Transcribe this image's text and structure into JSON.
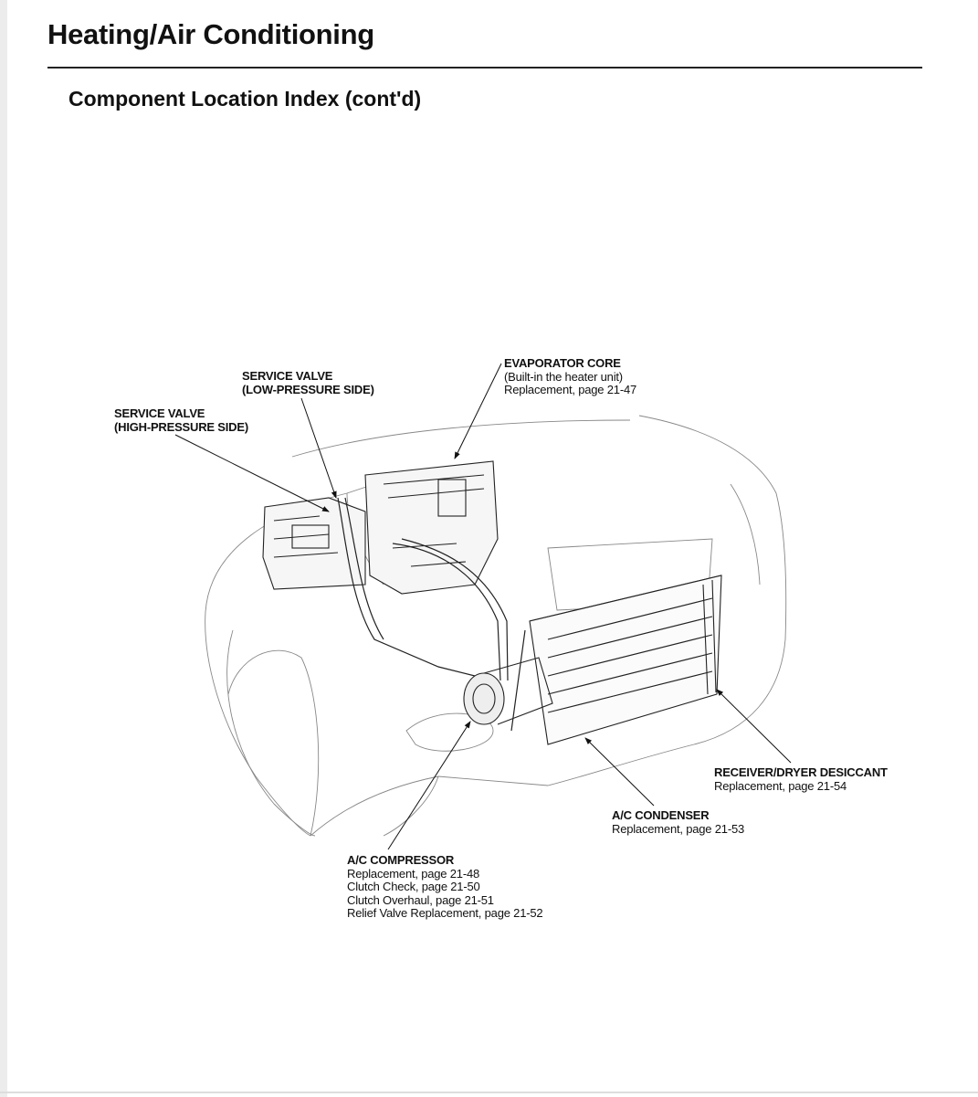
{
  "header": {
    "title": "Heating/Air Conditioning",
    "subtitle": "Component Location Index (cont'd)"
  },
  "labels": {
    "service_valve_low": {
      "name": "SERVICE VALVE",
      "detail": "(LOW-PRESSURE SIDE)"
    },
    "service_valve_high": {
      "name": "SERVICE VALVE",
      "detail": "(HIGH-PRESSURE SIDE)"
    },
    "evaporator_core": {
      "name": "EVAPORATOR CORE",
      "lines": [
        "(Built-in the heater unit)",
        "Replacement, page 21-47"
      ]
    },
    "receiver_dryer": {
      "name": "RECEIVER/DRYER DESICCANT",
      "lines": [
        "Replacement, page 21-54"
      ]
    },
    "condenser": {
      "name": "A/C CONDENSER",
      "lines": [
        "Replacement, page 21-53"
      ]
    },
    "compressor": {
      "name": "A/C COMPRESSOR",
      "lines": [
        "Replacement, page 21-48",
        "Clutch Check, page 21-50",
        "Clutch Overhaul, page 21-51",
        "Relief Valve Replacement, page 21-52"
      ]
    }
  }
}
